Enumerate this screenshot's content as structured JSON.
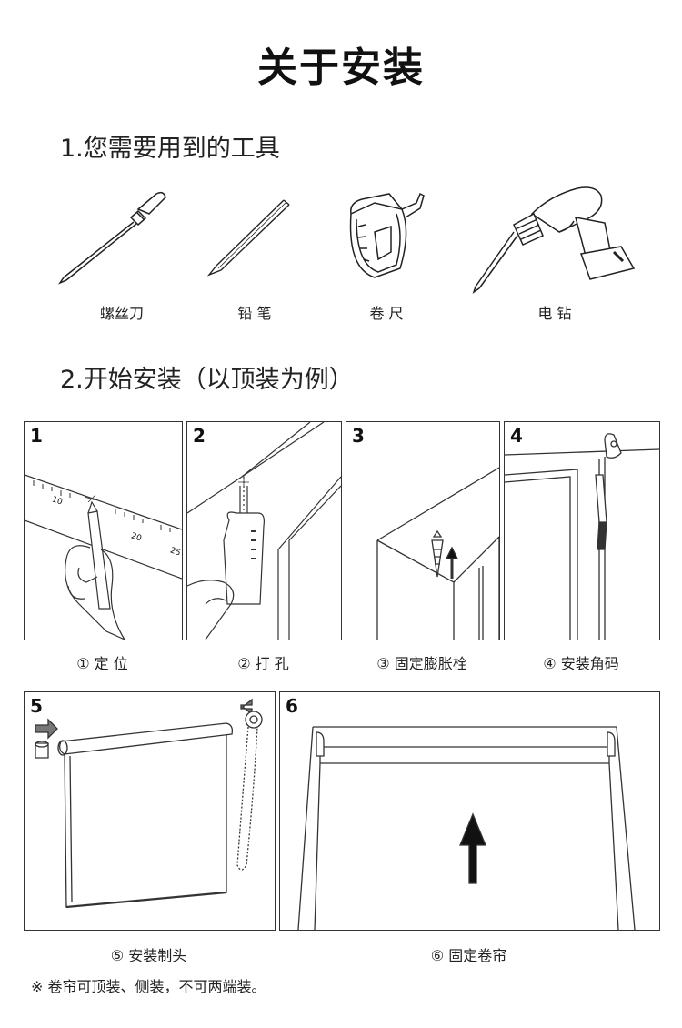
{
  "title": "关于安装",
  "section1": {
    "heading": "1.您需要用到的工具"
  },
  "tools": [
    {
      "label": "螺丝刀",
      "icon": "screwdriver-icon"
    },
    {
      "label": "铅 笔",
      "icon": "pencil-icon"
    },
    {
      "label": "卷 尺",
      "icon": "tape-measure-icon"
    },
    {
      "label": "电 钻",
      "icon": "electric-drill-icon"
    }
  ],
  "section2": {
    "heading": "2.开始安装（以顶装为例）"
  },
  "steps": [
    {
      "number": "1",
      "caption": "① 定 位"
    },
    {
      "number": "2",
      "caption": "② 打 孔"
    },
    {
      "number": "3",
      "caption": "③ 固定膨胀栓"
    },
    {
      "number": "4",
      "caption": "④ 安装角码"
    },
    {
      "number": "5",
      "caption": "⑤ 安装制头"
    },
    {
      "number": "6",
      "caption": "⑥ 固定卷帘"
    }
  ],
  "ruler_marks": [
    "10",
    "20",
    "25"
  ],
  "note": "※ 卷帘可顶装、侧装，不可两端装。"
}
